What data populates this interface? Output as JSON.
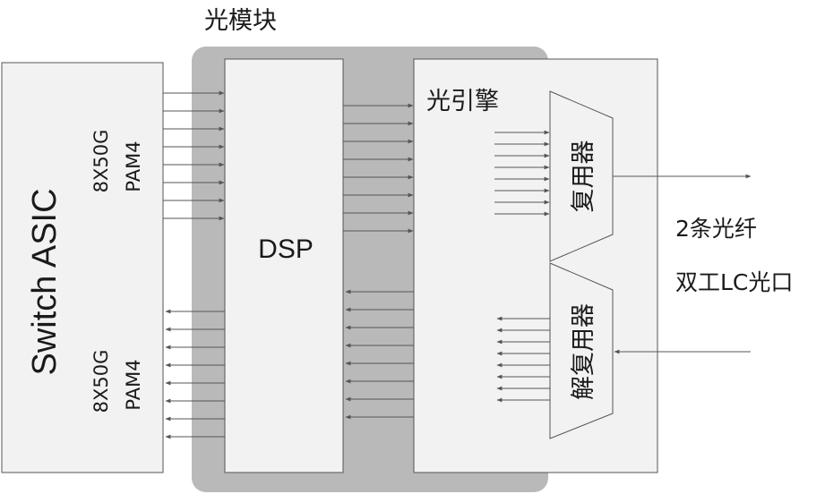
{
  "module_title": "光模块",
  "switch_label": "Switch ASIC",
  "tx_rate_label": "8X50G",
  "tx_mod_label": "PAM4",
  "rx_rate_label": "8X50G",
  "rx_mod_label": "PAM4",
  "dsp_label": "DSP",
  "engine_title": "光引擎",
  "mux_label": "复用器",
  "demux_label": "解复用器",
  "fiber_line1": "2条光纤",
  "fiber_line2": "双工LC光口",
  "colors": {
    "module_bg": "#b9b9b9",
    "box_fill": "#f2f2f2",
    "line": "#555555"
  }
}
